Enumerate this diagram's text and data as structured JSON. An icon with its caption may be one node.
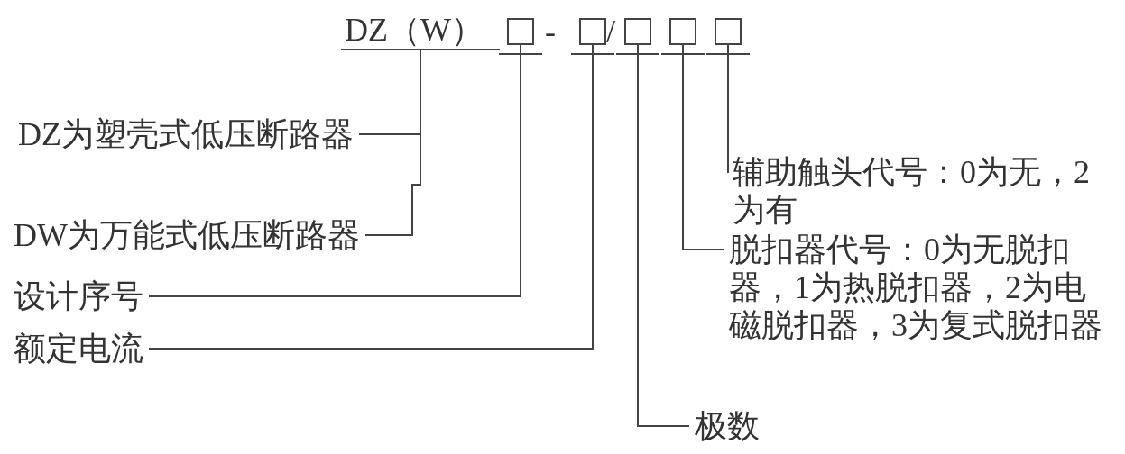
{
  "diagram": {
    "nodes": [
      {
        "text": [
          "DZ（W）"
        ]
      },
      {
        "text": [],
        "shape": "box"
      },
      {
        "text": [],
        "shape": "box"
      },
      {
        "text": [],
        "shape": "box"
      },
      {
        "text": [],
        "shape": "box"
      },
      {
        "text": [],
        "shape": "box"
      },
      {
        "text": [
          "DZ为塑壳式低压断路器"
        ]
      },
      {
        "text": [
          "DW为万能式低压断路器"
        ]
      },
      {
        "text": [
          "设计序号"
        ]
      },
      {
        "text": [
          "额定电流"
        ]
      },
      {
        "text": [
          "辅助触头代号：0为无，2为有"
        ]
      },
      {
        "text": [
          "脱扣器代号：0为无脱扣器，1为热脱扣器，2为电磁脱扣器，3为复式脱扣器"
        ]
      },
      {
        "text": [
          "极数"
        ]
      }
    ],
    "edges": [
      {
        "from": 6,
        "to": 0,
        "arrow": "none"
      },
      {
        "from": 7,
        "to": 0,
        "arrow": "none"
      },
      {
        "from": 8,
        "to": 1,
        "arrow": "none"
      },
      {
        "from": 9,
        "to": 2,
        "arrow": "none"
      },
      {
        "from": 12,
        "to": 3,
        "arrow": "none"
      },
      {
        "from": 11,
        "to": 4,
        "arrow": "none"
      },
      {
        "from": 10,
        "to": 5,
        "arrow": "none"
      }
    ],
    "labels": [
      "-",
      "/"
    ]
  }
}
